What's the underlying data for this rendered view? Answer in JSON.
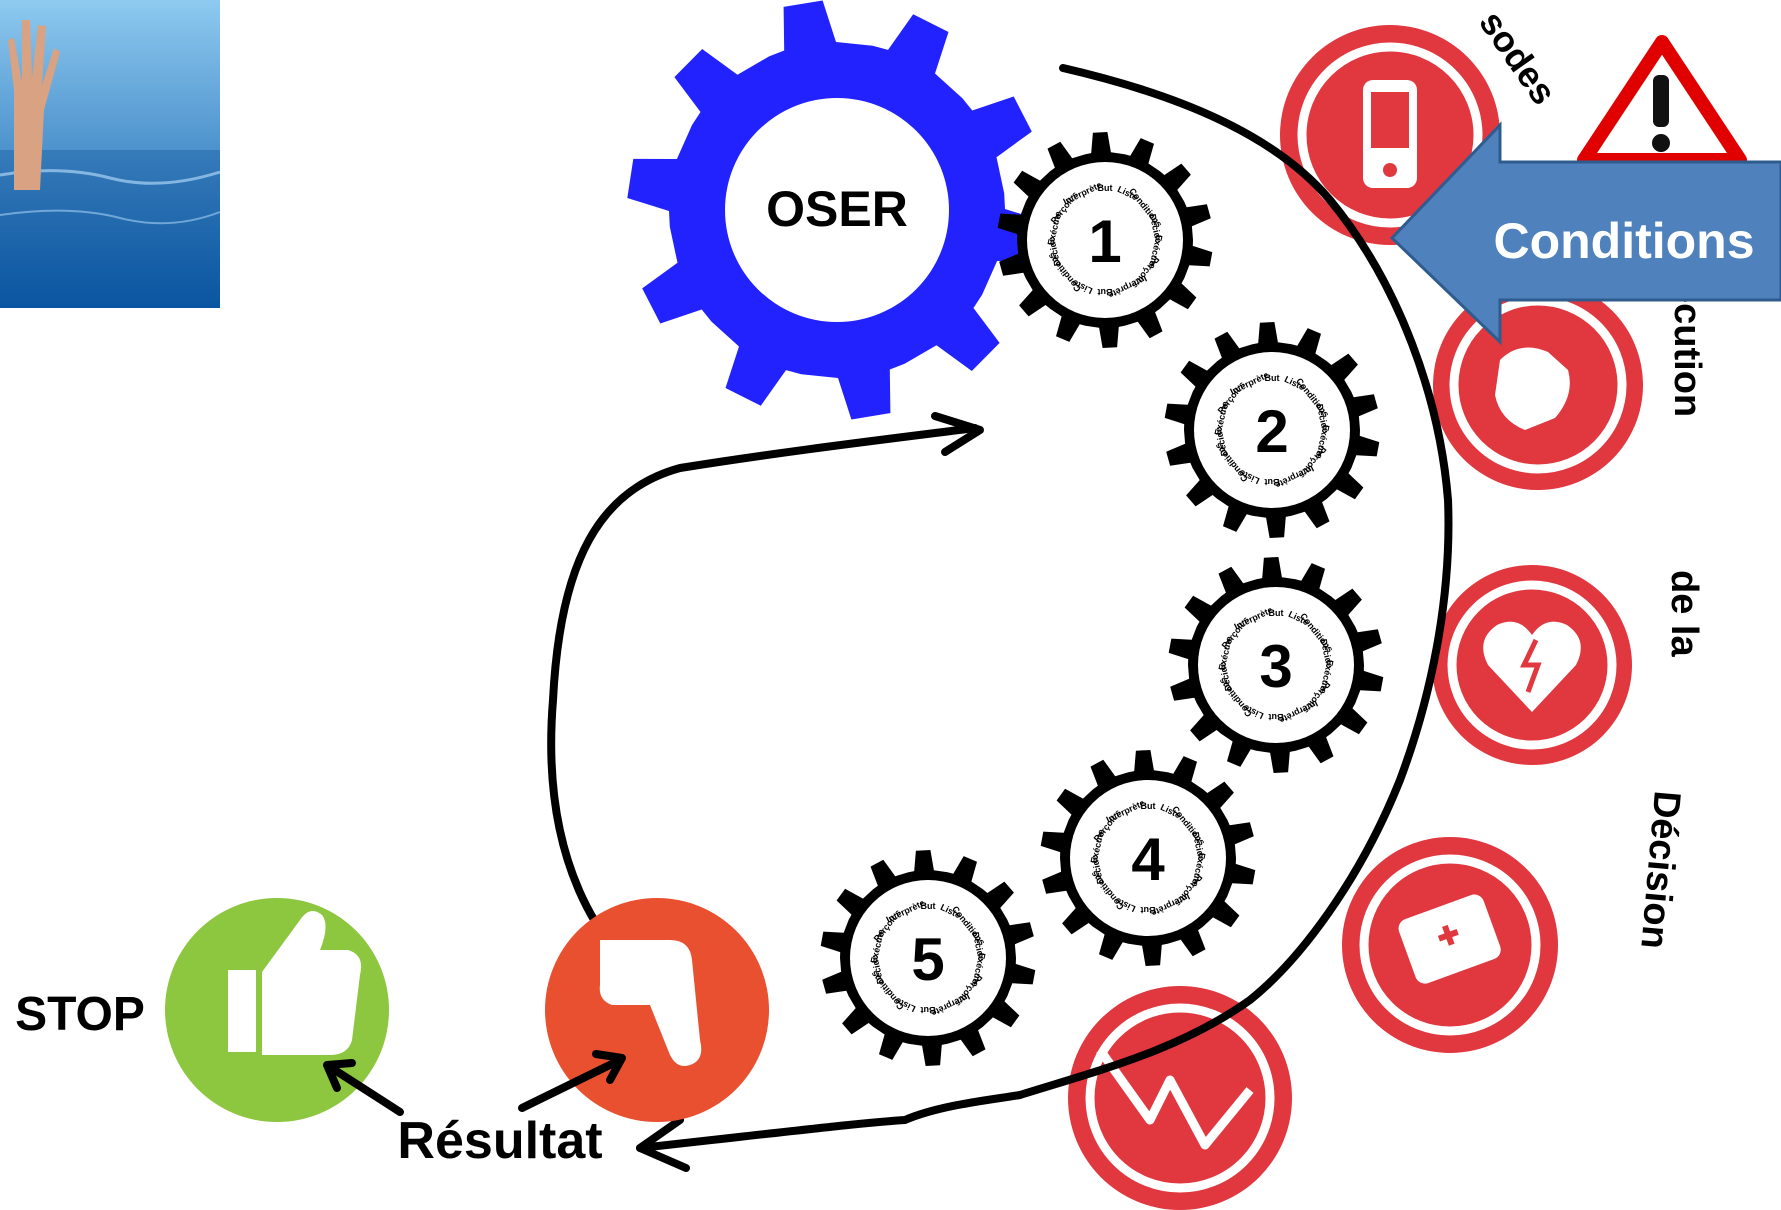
{
  "main_gear": {
    "label": "OSER",
    "color": "#2222ff"
  },
  "cog_words": [
    "But",
    "Liste",
    "Conditions",
    "Décide",
    "Exécute",
    "Perçoit s",
    "Interprète",
    "But",
    "Liste",
    "Conditions",
    "Décide",
    "Exécute",
    "Perçoit s",
    "Interprète"
  ],
  "cogs": [
    {
      "number": "1"
    },
    {
      "number": "2"
    },
    {
      "number": "3"
    },
    {
      "number": "4"
    },
    {
      "number": "5"
    }
  ],
  "conditions_arrow": {
    "label": "Conditions",
    "color": "#4f81bd"
  },
  "vertical_labels": {
    "episodes": "sodes",
    "execution": "écution",
    "de_la": "de la",
    "decision": "Décision"
  },
  "result_label": "Résultat",
  "stop_label": "STOP",
  "icons": {
    "red": "#e1373f",
    "green": "#8dc63f",
    "orange": "#e8502f",
    "water_top": "#8ecaf0",
    "water_bottom": "#0a58a8"
  }
}
